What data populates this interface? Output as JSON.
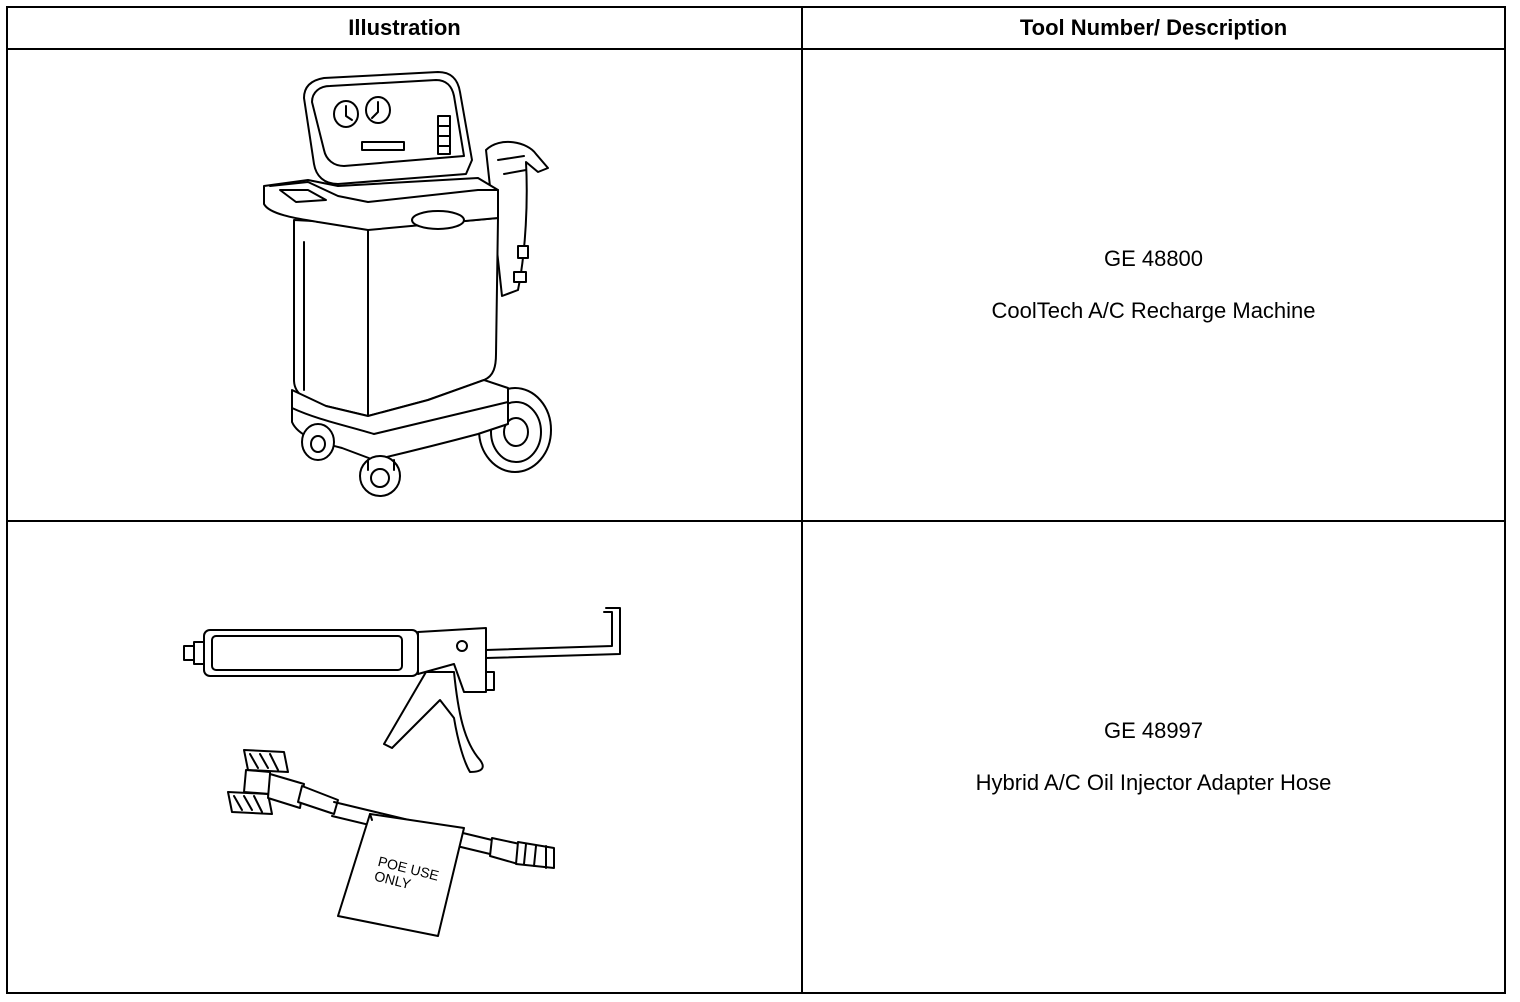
{
  "table": {
    "headers": {
      "illustration": "Illustration",
      "description": "Tool Number/ Description"
    },
    "rows": [
      {
        "tool_number": "GE 48800",
        "description": "CoolTech A/C Recharge Machine",
        "illustration": "recharge-machine"
      },
      {
        "tool_number": "GE 48997",
        "description": "Hybrid A/C Oil Injector Adapter Hose",
        "illustration": "oil-injector-gun-and-hose",
        "tag_label_line1": "POE USE",
        "tag_label_line2": "ONLY"
      }
    ]
  }
}
